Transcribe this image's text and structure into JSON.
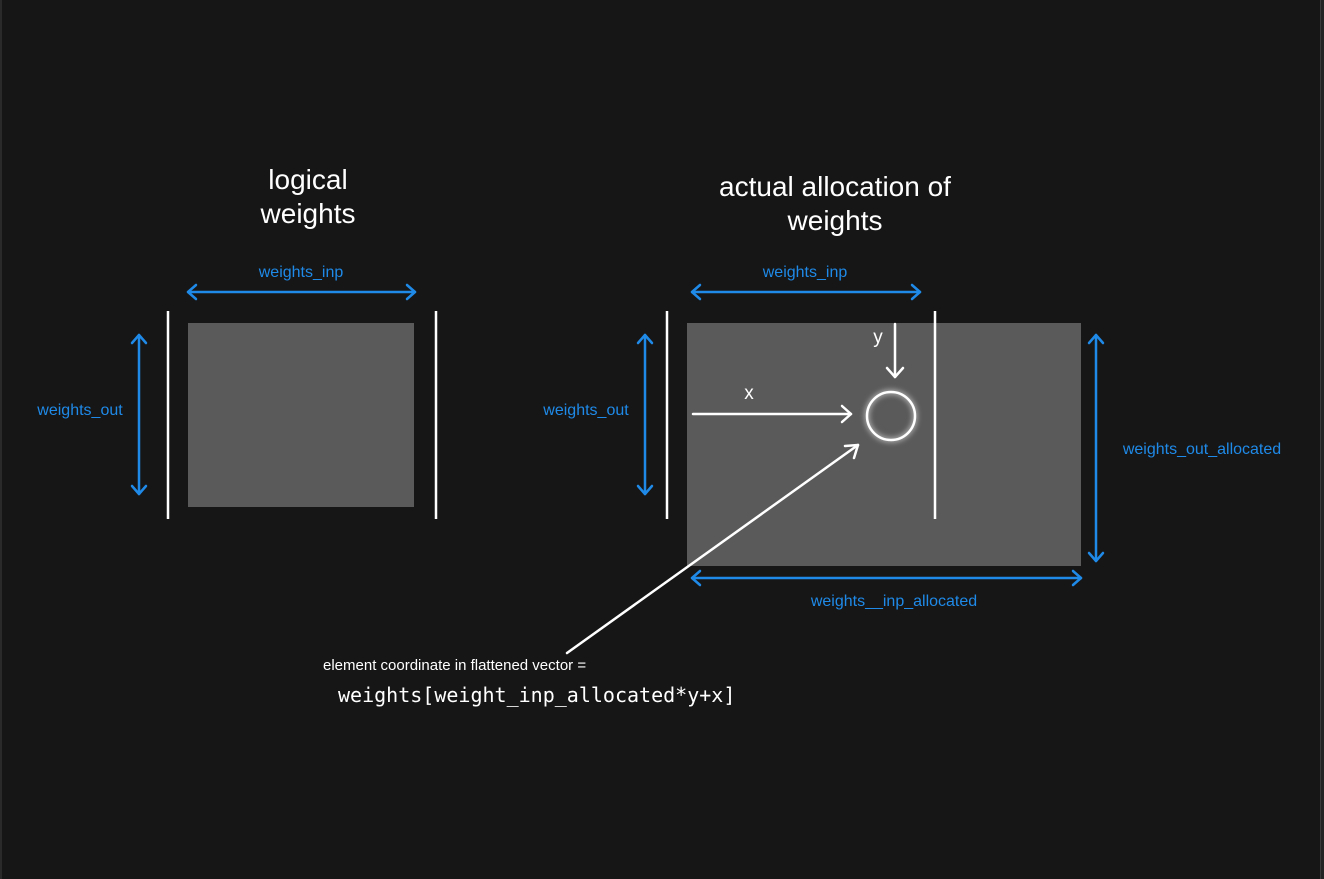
{
  "colors": {
    "background": "#161616",
    "matrix_fill": "#5a5a5a",
    "dimension_arrow": "#1f8ae8",
    "line": "#ffffff"
  },
  "left_diagram": {
    "title_line1": "logical",
    "title_line2": "weights",
    "width_label": "weights_inp",
    "height_label": "weights_out"
  },
  "right_diagram": {
    "title_line1": "actual allocation of",
    "title_line2": "weights",
    "width_label": "weights_inp",
    "height_label": "weights_out",
    "allocated_height_label": "weights_out_allocated",
    "allocated_width_label": "weights__inp_allocated",
    "x_label": "x",
    "y_label": "y"
  },
  "caption": {
    "text": "element coordinate in flattened vector =",
    "formula": "weights[weight_inp_allocated*y+x]"
  }
}
